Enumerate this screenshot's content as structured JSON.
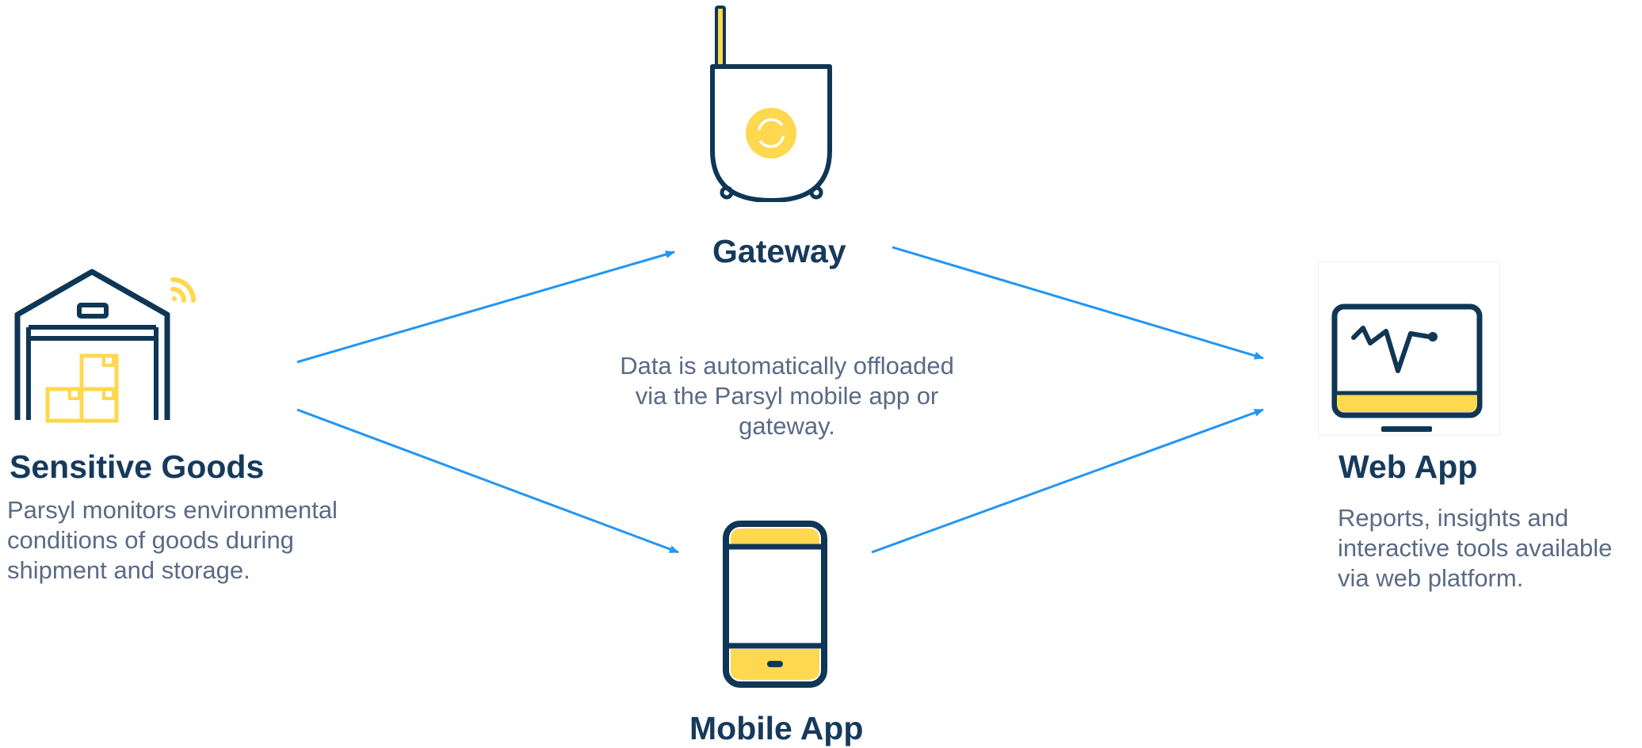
{
  "nodes": {
    "sensitive_goods": {
      "title": "Sensitive Goods",
      "description": "Parsyl monitors environmental conditions of goods during shipment and storage."
    },
    "gateway": {
      "title": "Gateway"
    },
    "mobile_app": {
      "title": "Mobile App"
    },
    "web_app": {
      "title": "Web App",
      "description": "Reports, insights and interactive tools available via web platform."
    }
  },
  "center_note": "Data is automatically offloaded via the Parsyl mobile app or gateway.",
  "colors": {
    "navy": "#0f3655",
    "yellow": "#fed84e",
    "arrow": "#2196f3",
    "title_text": "#163a5c",
    "desc_text": "#5a6a86"
  },
  "edges": [
    {
      "from": "sensitive_goods",
      "to": "gateway"
    },
    {
      "from": "sensitive_goods",
      "to": "mobile_app"
    },
    {
      "from": "gateway",
      "to": "web_app"
    },
    {
      "from": "mobile_app",
      "to": "web_app"
    }
  ]
}
